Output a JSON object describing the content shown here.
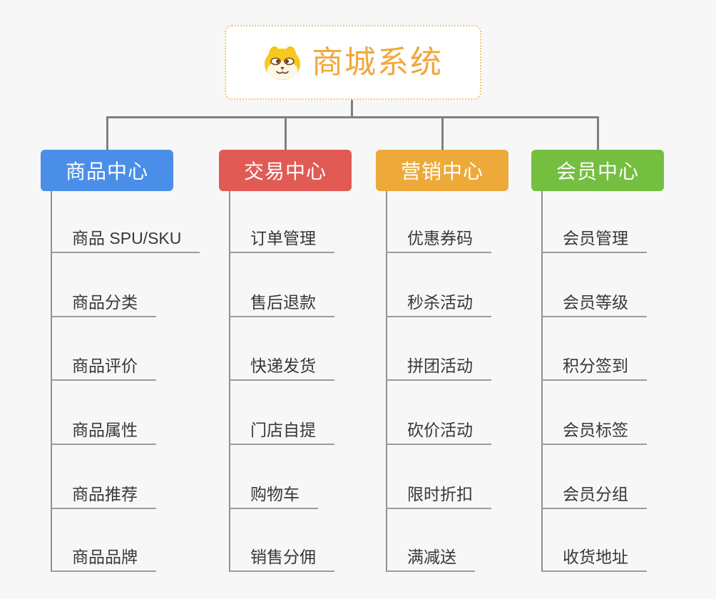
{
  "background": "#f7f7f7",
  "root": {
    "title": "商城系统",
    "title_color": "#f2a73d",
    "border_color": "#f3c76e",
    "icon": "dog-face-icon"
  },
  "connector_color": "#808080",
  "child_line_color": "#9c9c9c",
  "child_text_color": "#383838",
  "branches": [
    {
      "label": "商品中心",
      "color": "#4a8ee8",
      "items": [
        "商品 SPU/SKU",
        "商品分类",
        "商品评价",
        "商品属性",
        "商品推荐",
        "商品品牌"
      ]
    },
    {
      "label": "交易中心",
      "color": "#e25a54",
      "items": [
        "订单管理",
        "售后退款",
        "快递发货",
        "门店自提",
        "购物车",
        "销售分佣"
      ]
    },
    {
      "label": "营销中心",
      "color": "#edaa3a",
      "items": [
        "优惠券码",
        "秒杀活动",
        "拼团活动",
        "砍价活动",
        "限时折扣",
        "满减送"
      ]
    },
    {
      "label": "会员中心",
      "color": "#74bf40",
      "items": [
        "会员管理",
        "会员等级",
        "积分签到",
        "会员标签",
        "会员分组",
        "收货地址"
      ]
    }
  ]
}
